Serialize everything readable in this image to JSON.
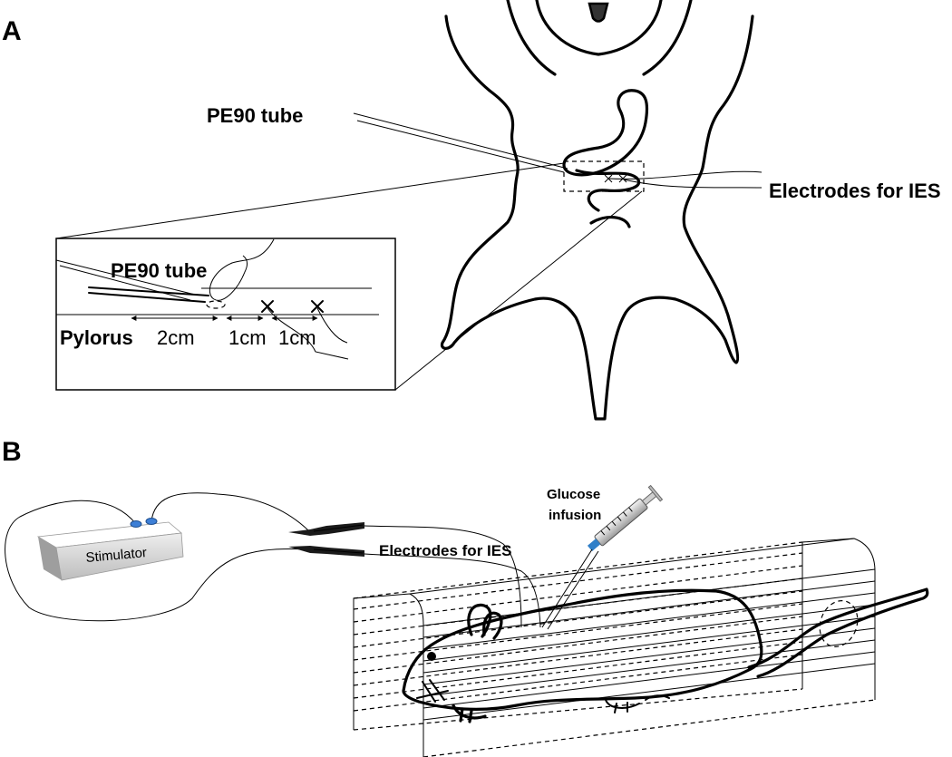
{
  "panel_a": {
    "label": "A",
    "tube_label": "PE90 tube",
    "electrodes_label": "Electrodes for IES",
    "inset": {
      "tube_label": "PE90 tube",
      "pylorus_label": "Pylorus",
      "dist_1": "2cm",
      "dist_2": "1cm",
      "dist_3": "1cm"
    }
  },
  "panel_b": {
    "label": "B",
    "stimulator_label": "Stimulator",
    "electrodes_label": "Electrodes for IES",
    "infusion_line1": "Glucose",
    "infusion_line2": "infusion"
  },
  "colors": {
    "stroke": "#000000",
    "terminal": "#3d7fd6",
    "box_front": "#d6d6d6",
    "clip": "#1a1a1a"
  }
}
